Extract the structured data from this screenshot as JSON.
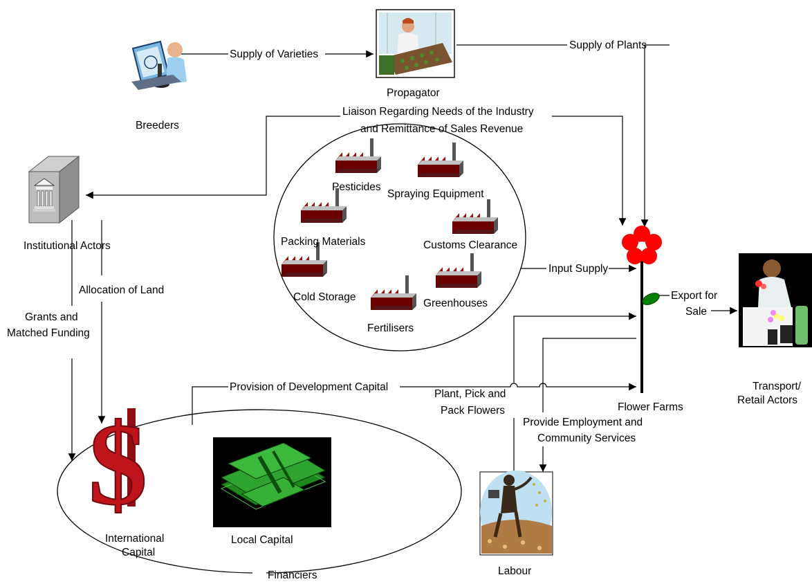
{
  "actors": {
    "breeders": "Breeders",
    "propagator": "Propagator",
    "institutional": "Institutional Actors",
    "flower_farms": "Flower Farms",
    "transport_line1": "Transport/",
    "transport_line2": "Retail Actors",
    "labour": "Labour",
    "financiers": "Financiers",
    "international_line1": "International",
    "international_line2": "Capital",
    "local_capital": "Local Capital"
  },
  "inputs": {
    "pesticides": "Pesticides",
    "spraying": "Spraying Equipment",
    "packing": "Packing Materials",
    "customs": "Customs Clearance",
    "cold_storage": "Cold Storage",
    "greenhouses": "Greenhouses",
    "fertilisers": "Fertilisers"
  },
  "flows": {
    "supply_varieties": "Supply of Varieties",
    "supply_plants": "Supply of Plants",
    "liaison_line1": "Liaison Regarding Needs of the Industry",
    "liaison_line2": "and Remittance of Sales Revenue",
    "input_supply": "Input Supply",
    "export_line1": "Export for",
    "export_line2": "Sale",
    "allocation_land": "Allocation of Land",
    "grants_line1": "Grants and",
    "grants_line2": "Matched Funding",
    "dev_capital": "Provision of Development Capital",
    "plant_line1": "Plant, Pick and",
    "plant_line2": "Pack Flowers",
    "employment_line1": "Provide Employment and",
    "employment_line2": "Community Services"
  },
  "colors": {
    "flower": "#ff0000",
    "leaf": "#008000",
    "factory": "#8b0000",
    "dollar": "#c0141c",
    "money": "#2e8b2e"
  }
}
